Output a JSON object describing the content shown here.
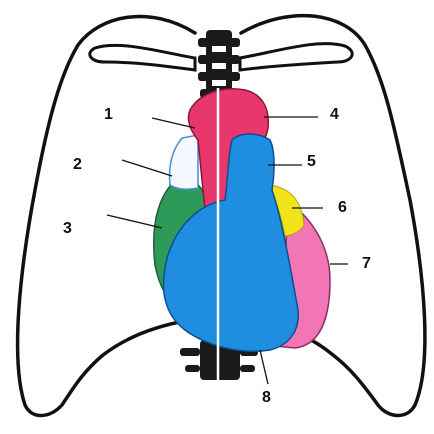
{
  "labels": {
    "l1": "1",
    "l2": "2",
    "l3": "3",
    "l4": "4",
    "l5": "5",
    "l6": "6",
    "l7": "7",
    "l8": "8"
  },
  "colors": {
    "outline": "#111111",
    "aorta": "#e8376c",
    "vena_cava": "#f4f8ff",
    "right_atrium": "#2e9a5a",
    "ventricles": "#1f8ee0",
    "left_atrium": "#f2e31a",
    "left_ventricle": "#f276b6",
    "spine": "#1a1a1a",
    "background": "#ffffff"
  }
}
